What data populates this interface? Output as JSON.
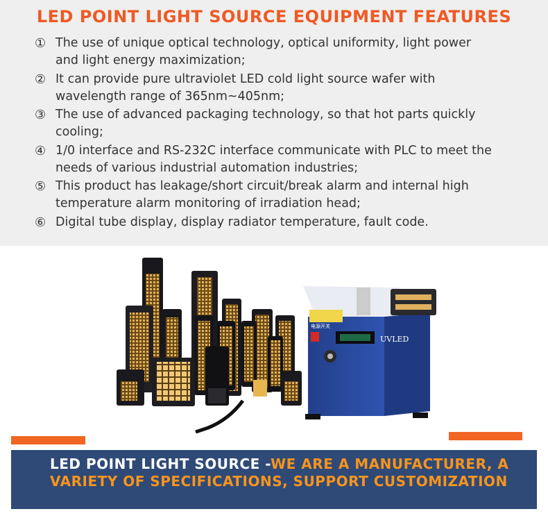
{
  "title": "LED POINT LIGHT SOURCE EQUIPMENT FEATURES",
  "features": [
    {
      "num": "①",
      "text": "The use of unique optical technology, optical uniformity, light power and light energy maximization;"
    },
    {
      "num": "②",
      "text": "It can provide pure ultraviolet LED cold light source wafer with wavelength range of 365nm~405nm;"
    },
    {
      "num": "③",
      "text": "The use of advanced packaging technology, so that hot parts quickly cooling;"
    },
    {
      "num": "④",
      "text": "1/0 interface and RS-232C interface communicate with PLC to meet the needs of various industrial automation industries;"
    },
    {
      "num": "⑤",
      "text": "This product has leakage/short circuit/break alarm and internal high temperature alarm monitoring of irradiation head;"
    },
    {
      "num": "⑥",
      "text": "Digital tube display, display radiator temperature, fault code."
    }
  ],
  "product_image": {
    "device_label": "UVLED",
    "switch_label": "电源开关"
  },
  "banner": {
    "part1": "LED POINT LIGHT SOURCE -",
    "part2": "WE ARE A MANUFACTURER, A VARIETY OF SPECIFICATIONS, SUPPORT CUSTOMIZATION"
  },
  "colors": {
    "title": "#ee5a24",
    "banner_bg": "#2f4a77",
    "accent": "#f26522",
    "banner_highlight": "#f7941d"
  }
}
